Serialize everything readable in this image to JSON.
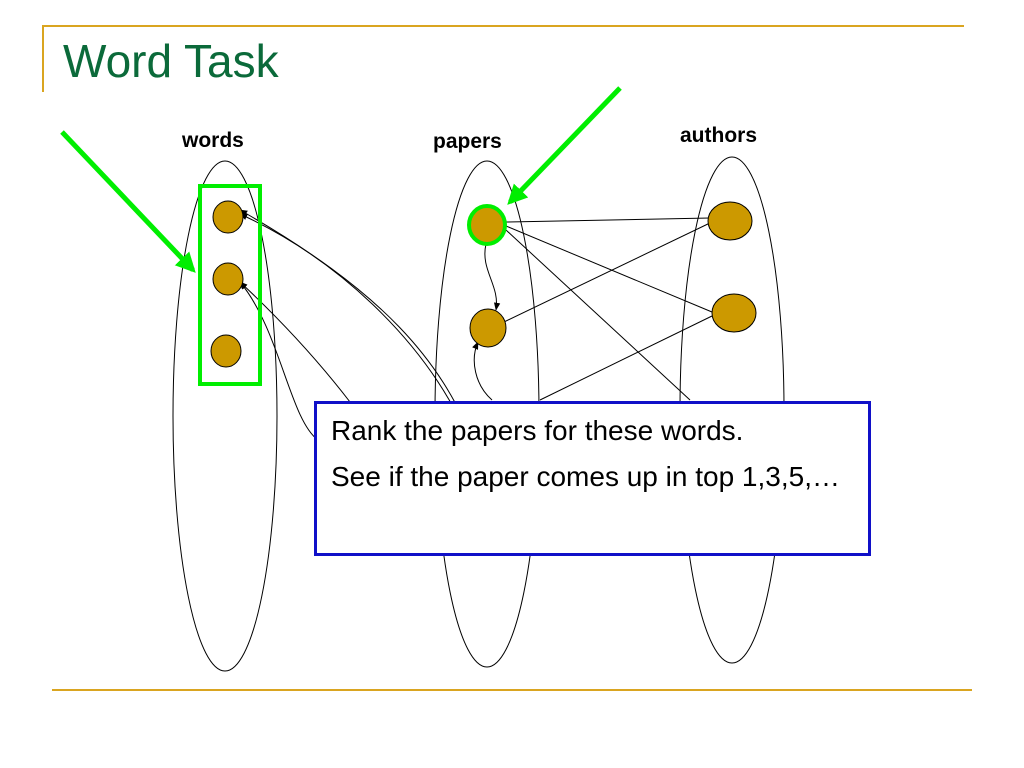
{
  "slide": {
    "title": "Word Task",
    "accent_color": "#daa520",
    "title_color": "#0b6a3a"
  },
  "groups": {
    "words": {
      "label": "words"
    },
    "papers": {
      "label": "papers"
    },
    "authors": {
      "label": "authors"
    }
  },
  "callout": {
    "line1": "Rank the papers for these words.",
    "line2": "See if the paper comes up in top 1,3,5,…",
    "border_color": "#1010c8"
  },
  "colors": {
    "node_fill": "#cc9900",
    "highlight": "#00ee00"
  }
}
